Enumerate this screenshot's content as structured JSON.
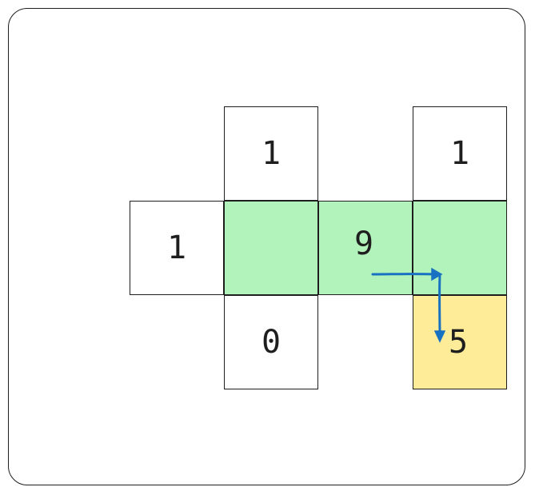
{
  "colors": {
    "stroke": "#1e1e1e",
    "empty_fill": "#ffffff",
    "highlight_fill": "#b2f2bb",
    "target_fill": "#ffec99",
    "arrow": "#1971c2"
  },
  "grid": {
    "cells": [
      {
        "id": "top-left",
        "value": "1",
        "fill": "empty"
      },
      {
        "id": "top-right",
        "value": "1",
        "fill": "empty"
      },
      {
        "id": "middle-far-left",
        "value": "1",
        "fill": "empty"
      },
      {
        "id": "middle-left",
        "value": "",
        "fill": "highlight"
      },
      {
        "id": "middle-center",
        "value": "9",
        "fill": "highlight"
      },
      {
        "id": "middle-right",
        "value": "",
        "fill": "highlight"
      },
      {
        "id": "bottom-left",
        "value": "0",
        "fill": "empty"
      },
      {
        "id": "bottom-right",
        "value": "5",
        "fill": "target"
      }
    ]
  },
  "arrow": {
    "from": "middle-center",
    "via": "middle-right",
    "to": "bottom-right"
  }
}
